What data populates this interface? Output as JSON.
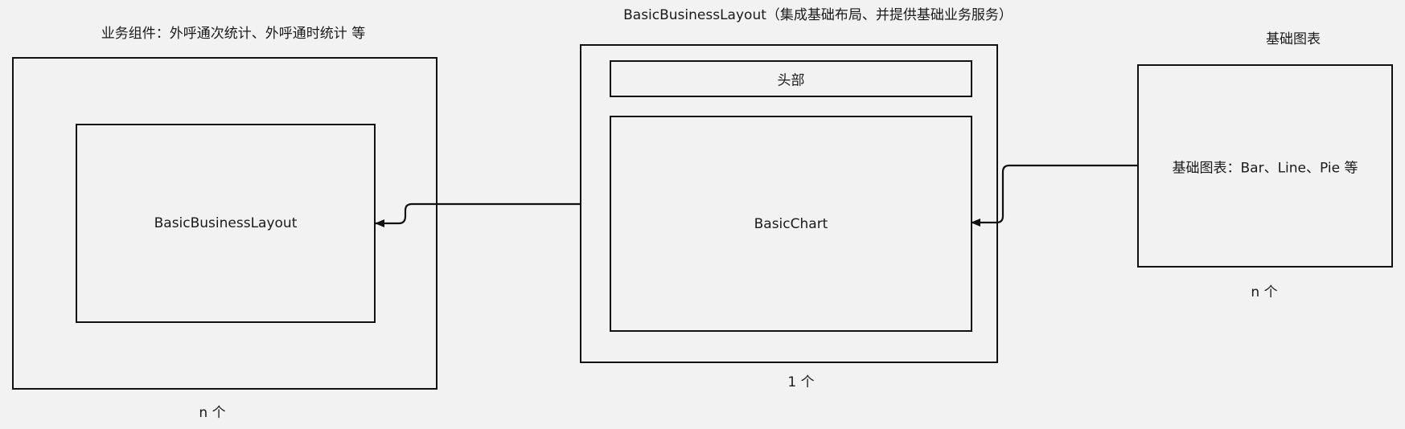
{
  "business": {
    "title": "业务组件：外呼通次统计、外呼通时统计 等",
    "inner_label": "BasicBusinessLayout",
    "count": "n 个"
  },
  "layout": {
    "title": "BasicBusinessLayout（集成基础布局、并提供基础业务服务）",
    "header_label": "头部",
    "chart_label": "BasicChart",
    "count": "1 个"
  },
  "charts": {
    "title": "基础图表",
    "inner_label": "基础图表：Bar、Line、Pie 等",
    "count": "n 个"
  }
}
